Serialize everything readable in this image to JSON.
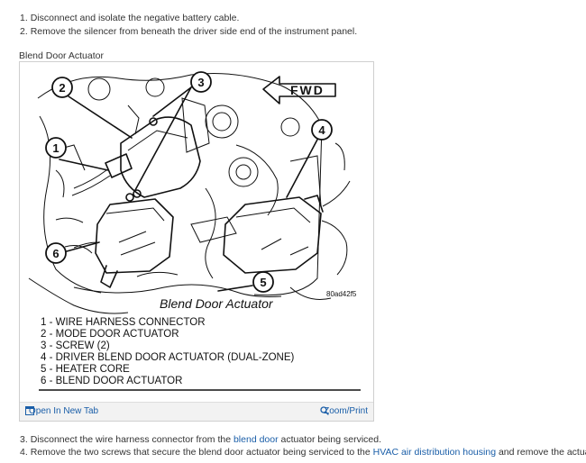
{
  "steps_top": [
    {
      "number": "1.",
      "text": "Disconnect and isolate the negative battery cable."
    },
    {
      "number": "2.",
      "text": "Remove the silencer from beneath the driver side end of the instrument panel."
    }
  ],
  "figure": {
    "caption": "Blend Door Actuator",
    "direction_label": "FWD",
    "title": "Blend Door Actuator",
    "code": "80ad42f5",
    "callouts": [
      "1",
      "2",
      "3",
      "4",
      "5",
      "6"
    ],
    "legend": [
      "1 - WIRE HARNESS CONNECTOR",
      "2 - MODE DOOR ACTUATOR",
      "3 - SCREW (2)",
      "4 - DRIVER BLEND DOOR ACTUATOR (DUAL-ZONE)",
      "5 - HEATER CORE",
      "6 - BLEND DOOR ACTUATOR"
    ],
    "open_new_tab_label": "Open In New Tab",
    "zoom_print_label": "Zoom/Print"
  },
  "step3": {
    "number": "3.",
    "pre": "Disconnect the wire harness connector from the",
    "link": "blend door",
    "post": "actuator being serviced."
  },
  "step4": {
    "number": "4.",
    "pre": "Remove the two screws that secure the blend door actuator being serviced to the",
    "link": "HVAC air distribution housing",
    "post": "and remove the actuator."
  },
  "colors": {
    "link": "#1a5ea8",
    "text": "#333333",
    "border": "#cfcfcf"
  }
}
